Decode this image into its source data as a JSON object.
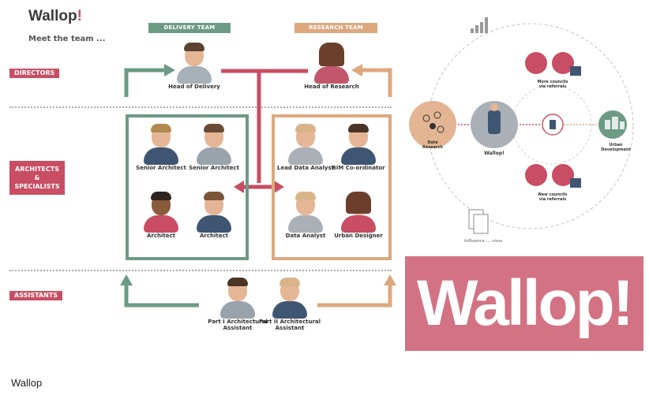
{
  "brand": {
    "name": "Wallop",
    "mark": "!"
  },
  "tagline": "Meet the team ...",
  "teams": {
    "delivery": "DELIVERY TEAM",
    "research": "RESEARCH TEAM"
  },
  "rows": {
    "directors": "DIRECTORS",
    "arch1": "ARCHITECTS",
    "arch2": "&",
    "arch3": "SPECIALISTS",
    "assistants": "ASSISTANTS"
  },
  "people": {
    "head_delivery": "Head of Delivery",
    "head_research": "Head of Research",
    "senior_arch_1": "Senior Architect",
    "senior_arch_2": "Senior Architect",
    "architect_1": "Architect",
    "architect_2": "Architect",
    "lead_data": "Lead Data Analyst",
    "bim": "BIM Co-ordinator",
    "data_analyst": "Data Analyst",
    "urban_designer": "Urban Designer",
    "part1": "Part I Architectural Assistant",
    "part2": "Part II Architectural Assistant"
  },
  "process": {
    "data_research": "Data Research",
    "wallop": "Wallop!",
    "urban_dev": "Urban Development",
    "top_referrals": "More councils via referrals",
    "bottom_referrals": "New councils via referrals",
    "stack_label": "Influence ... view"
  },
  "banner": "Wallop!",
  "caption": "Wallop",
  "colors": {
    "green": "#6d9a85",
    "peach": "#dea87f",
    "pink": "#c94d63",
    "banner": "#d27283"
  }
}
